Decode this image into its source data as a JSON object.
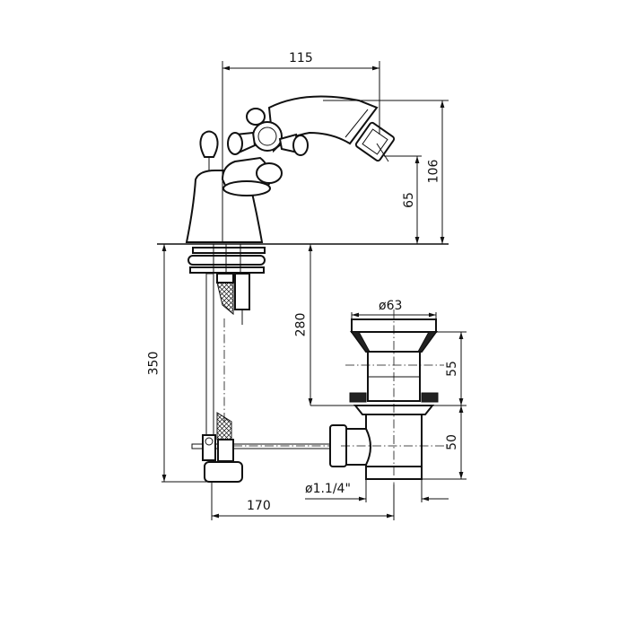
{
  "drawing": {
    "subject": "Bidet mixer tap with pop-up waste - technical dimension drawing",
    "line_color": "#111111",
    "background": "#ffffff"
  },
  "dimensions": {
    "spout_reach": "115",
    "overall_height": "106",
    "outlet_height": "65",
    "below_deck_length": "350",
    "pipe_length": "280",
    "waste_flange_diameter": "ø63",
    "waste_upper_height": "55",
    "waste_lower_height": "50",
    "waste_outlet_thread": "ø1.1/4\"",
    "tap_to_waste_distance": "170"
  }
}
